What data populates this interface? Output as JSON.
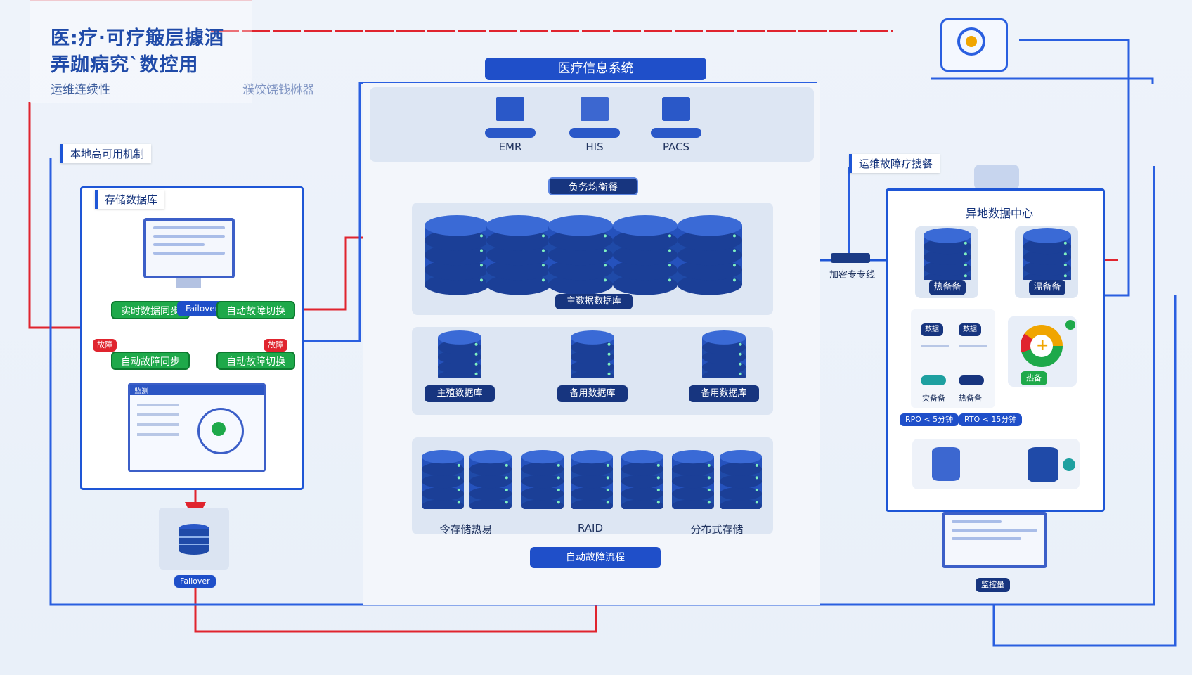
{
  "title": {
    "line1": "医:疗·可疗簸层據酒",
    "line2": "弄跏病究`数控用",
    "subtitle": "运维连续性",
    "subtitle2": "濮饺饶钱椕器"
  },
  "local_ha": {
    "header": "本地高可用机制",
    "panel_label": "存储数据库",
    "realtime_sync": "实时数据同步",
    "failover_mid": "Failover",
    "auto_switch_top": "自动故障切换",
    "auto_sync_bottom": "自动故障同步",
    "auto_switch_bottom": "自动故障切换",
    "red_left": "故障",
    "red_right": "故障",
    "monitor_title": "监测",
    "failover_bottom": "Failover"
  },
  "center": {
    "title": "医疗信息系统",
    "systems": [
      {
        "name": "EMR",
        "icon": "building-icon"
      },
      {
        "name": "HIS",
        "icon": "document-icon"
      },
      {
        "name": "PACS",
        "icon": "computer-icon"
      }
    ],
    "load_balancer": "负务均衡餐",
    "main_cluster": "主数据数据库",
    "dbs": [
      "主殖数据库",
      "备用数据库",
      "备用数据库"
    ],
    "storage": [
      "令存储热易",
      "RAID",
      "分布式存储"
    ],
    "bottom_button": "自动故障流程"
  },
  "right": {
    "tag": "运维故障疗搜餐",
    "link_label": "加密专专线",
    "panel_title": "异地数据中心",
    "hot_standby": "热备备",
    "warm_standby": "温备备",
    "mini_labels": [
      "数据",
      "数据"
    ],
    "small_left": "灾备备",
    "small_right": "热备备",
    "recovery": "热备",
    "rpo": "RPO < 5分钟",
    "rto": "RTO < 15分钟",
    "monitor": "监控量"
  },
  "colors": {
    "primary": "#1e56d6",
    "navy": "#17357f",
    "green": "#1ea94a",
    "red": "#e0242e"
  }
}
